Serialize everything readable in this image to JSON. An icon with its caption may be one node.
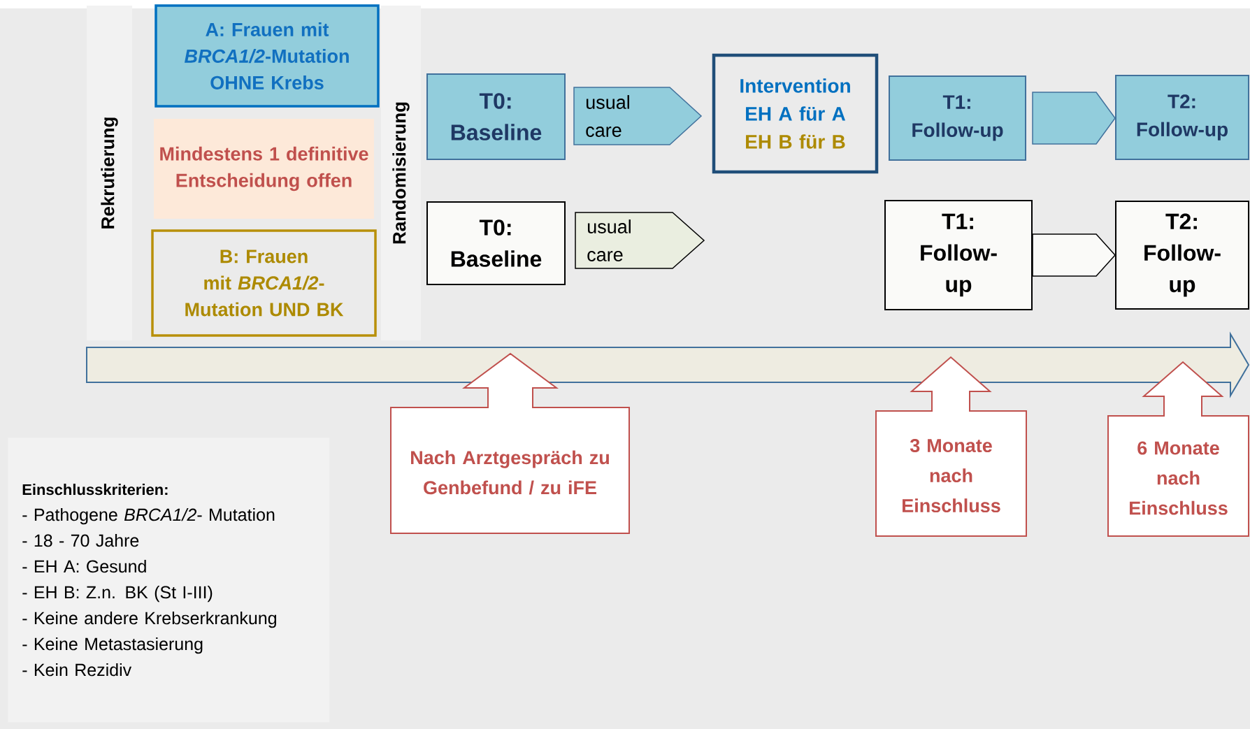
{
  "diagram": {
    "nodes": [
      {
        "text": [
          "Rekrutierung"
        ]
      },
      {
        "text": [
          "A: Frauen mit *BRCA1/2*-Mutation OHNE Krebs"
        ]
      },
      {
        "text": [
          "Mindestens 1 definitive Entscheidung offen"
        ]
      },
      {
        "text": [
          "B: Frauen mit *BRCA1/2*-Mutation UND BK"
        ]
      },
      {
        "text": [
          "Randomisierung"
        ]
      },
      {
        "text": [
          "T0: Baseline"
        ]
      },
      {
        "text": [
          "usual care"
        ]
      },
      {
        "text": [
          "Intervention",
          "EH A für A",
          "EH B für B"
        ]
      },
      {
        "text": [
          "T1: Follow-up"
        ]
      },
      {
        "text": [
          "T2: Follow-up"
        ]
      },
      {
        "text": [
          "T0: Baseline"
        ]
      },
      {
        "text": [
          "usual care"
        ]
      },
      {
        "text": [
          "T1: Follow-up"
        ]
      },
      {
        "text": [
          "T2: Follow-up"
        ]
      },
      {
        "text": [
          "Nach Arztgespräch zu Genbefund / zu iFE"
        ]
      },
      {
        "text": [
          "3 Monate nach Einschluss"
        ]
      },
      {
        "text": [
          "6 Monate nach Einschluss"
        ]
      },
      {
        "text": [
          "Einschlusskriterien:",
          "- Pathogene *BRCA1/2*- Mutation",
          "- 18 - 70 Jahre",
          "- EH A: Gesund",
          "- EH B: Z.n. BK (St I-III)",
          "- Keine andere Krebserkrankung",
          "- Keine Metastasierung",
          "- Kein Rezidiv"
        ]
      }
    ],
    "edges": [
      {
        "from": 8,
        "to": 9,
        "arrow": "to",
        "color": "#41719c"
      },
      {
        "from": 12,
        "to": 13,
        "arrow": "to",
        "color": "#000000"
      }
    ]
  }
}
